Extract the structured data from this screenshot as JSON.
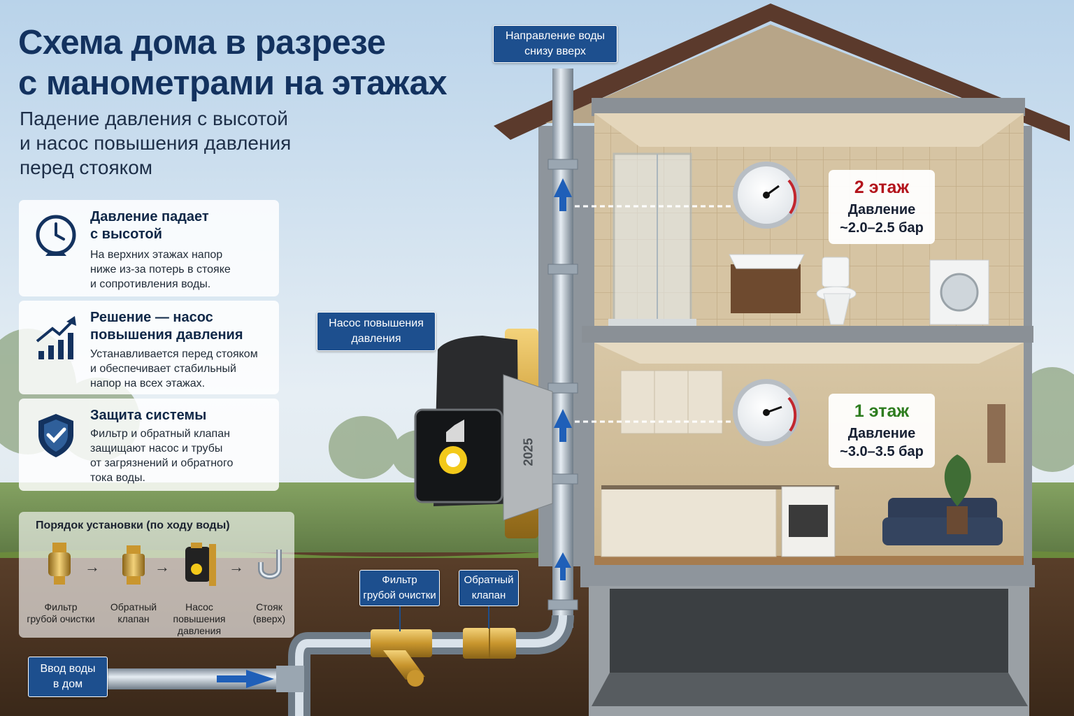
{
  "title_line1": "Схема дома в разрезе",
  "title_line2": "с манометрами на этажах",
  "subtitle_line1": "Падение давления с высотой",
  "subtitle_line2": "и насос повышения давления",
  "subtitle_line3": "перед стояком",
  "cards": [
    {
      "title_line1": "Давление падает",
      "title_line2": "с высотой",
      "text_line1": "На верхних этажах напор",
      "text_line2": "ниже из-за потерь в стояке",
      "text_line3": "и сопротивления воды.",
      "icon": "gauge-icon"
    },
    {
      "title_line1": "Решение — насос",
      "title_line2": "повышения давления",
      "text_line1": "Устанавливается перед стояком",
      "text_line2": "и обеспечивает стабильный",
      "text_line3": "напор на всех этажах.",
      "icon": "growth-chart-icon"
    },
    {
      "title_line1": "Защита системы",
      "title_line2": "",
      "text_line1": "Фильтр и обратный клапан",
      "text_line2": "защищают насос и трубы",
      "text_line3": "от загрязнений и обратного",
      "text_line4": "тока воды.",
      "icon": "shield-check-icon"
    }
  ],
  "install_order": {
    "title": "Порядок установки (по ходу воды)",
    "steps": [
      {
        "line1": "Фильтр",
        "line2": "грубой очистки",
        "line3": "",
        "icon": "filter-icon"
      },
      {
        "line1": "Обратный",
        "line2": "клапан",
        "line3": "",
        "icon": "check-valve-icon"
      },
      {
        "line1": "Насос",
        "line2": "повышения",
        "line3": "давления",
        "icon": "pump-icon"
      },
      {
        "line1": "Стояк",
        "line2": "(вверх)",
        "line3": "",
        "icon": "riser-pipe-icon"
      }
    ],
    "arrow": "→"
  },
  "labels": {
    "water_direction_line1": "Направление воды",
    "water_direction_line2": "снизу вверх",
    "pump_line1": "Насос повышения",
    "pump_line2": "давления",
    "filter_line1": "Фильтр",
    "filter_line2": "грубой очистки",
    "valve_line1": "Обратный",
    "valve_line2": "клапан",
    "inlet_line1": "Ввод воды",
    "inlet_line2": "в дом"
  },
  "floors": [
    {
      "floor": "2 этаж",
      "pressure_label": "Давление",
      "pressure_value": "~2.0–2.5 бар",
      "color": "#b3141c"
    },
    {
      "floor": "1 этаж",
      "pressure_label": "Давление",
      "pressure_value": "~3.0–3.5 бар",
      "color": "#2e7d1f"
    }
  ],
  "pump_body_text": "2025",
  "colors": {
    "accent_blue": "#1d4f8e",
    "title_navy": "#13325f",
    "pipe_arrow": "#1f5fb8"
  }
}
